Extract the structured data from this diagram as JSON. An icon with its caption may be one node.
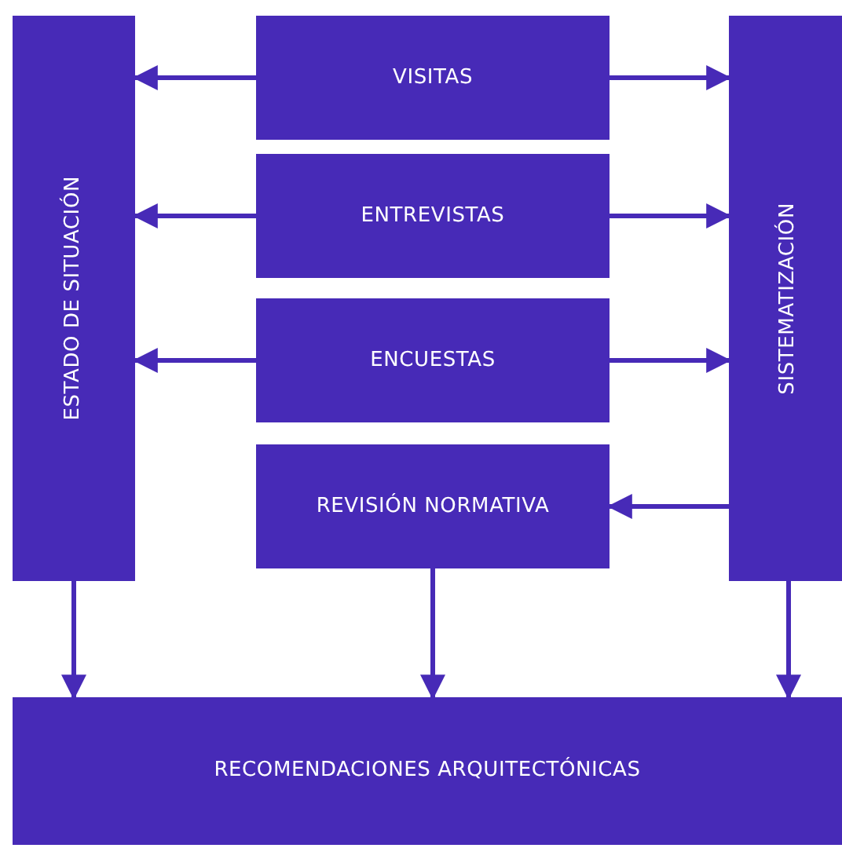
{
  "diagram": {
    "nodes": [
      {
        "text": [
          "ESTADO DE SITUACIÓN"
        ]
      },
      {
        "text": [
          "VISITAS"
        ]
      },
      {
        "text": [
          "ENTREVISTAS"
        ]
      },
      {
        "text": [
          "ENCUESTAS"
        ]
      },
      {
        "text": [
          "REVISIÓN NORMATIVA"
        ]
      },
      {
        "text": [
          "SISTEMATIZACIÓN"
        ]
      },
      {
        "text": [
          "RECOMENDACIONES ARQUITECTÓNICAS"
        ]
      }
    ],
    "edges": [
      {
        "from": 1,
        "to": 0,
        "arrow": "to"
      },
      {
        "from": 1,
        "to": 5,
        "arrow": "to"
      },
      {
        "from": 2,
        "to": 0,
        "arrow": "to"
      },
      {
        "from": 2,
        "to": 5,
        "arrow": "to"
      },
      {
        "from": 3,
        "to": 0,
        "arrow": "to"
      },
      {
        "from": 3,
        "to": 5,
        "arrow": "to"
      },
      {
        "from": 5,
        "to": 4,
        "arrow": "to"
      },
      {
        "from": 0,
        "to": 6,
        "arrow": "to"
      },
      {
        "from": 4,
        "to": 6,
        "arrow": "to"
      },
      {
        "from": 5,
        "to": 6,
        "arrow": "to"
      }
    ]
  }
}
